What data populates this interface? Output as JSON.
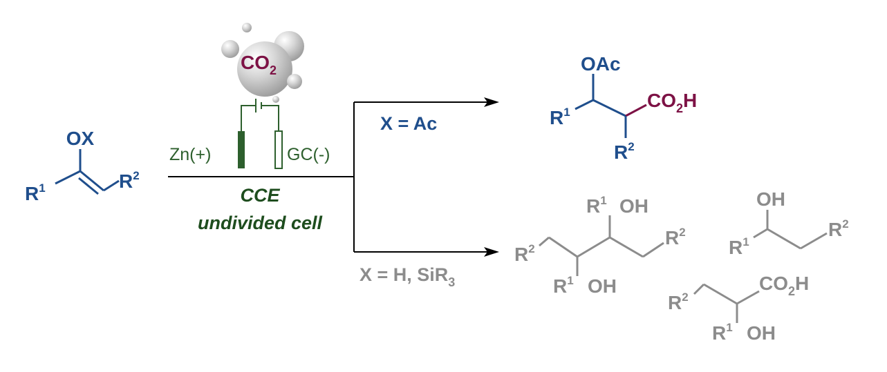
{
  "colors": {
    "blue": "#1f4e8c",
    "maroon": "#7d1245",
    "green": "#2d5f2d",
    "dark_green": "#1e4d1e",
    "gray": "#8c8c8c",
    "black": "#000000"
  },
  "reactant": {
    "ox": "OX",
    "r": "R",
    "one": "1",
    "two": "2"
  },
  "co2": {
    "co": "CO",
    "sub": "2"
  },
  "electrodes": {
    "anode": "Zn(+)",
    "cathode": "GC(-)"
  },
  "conditions": {
    "line1": "CCE",
    "line2": "undivided cell"
  },
  "top_branch": {
    "label": "X = Ac"
  },
  "bottom_branch": {
    "label_main": "X = H, SiR",
    "label_sub": "3"
  },
  "product_main": {
    "oac": "OAc",
    "co": "CO",
    "two": "2",
    "h": "H",
    "r": "R",
    "one": "1"
  },
  "side_products": {
    "r": "R",
    "one": "1",
    "two": "2",
    "oh": "OH",
    "co": "CO",
    "h": "H"
  }
}
